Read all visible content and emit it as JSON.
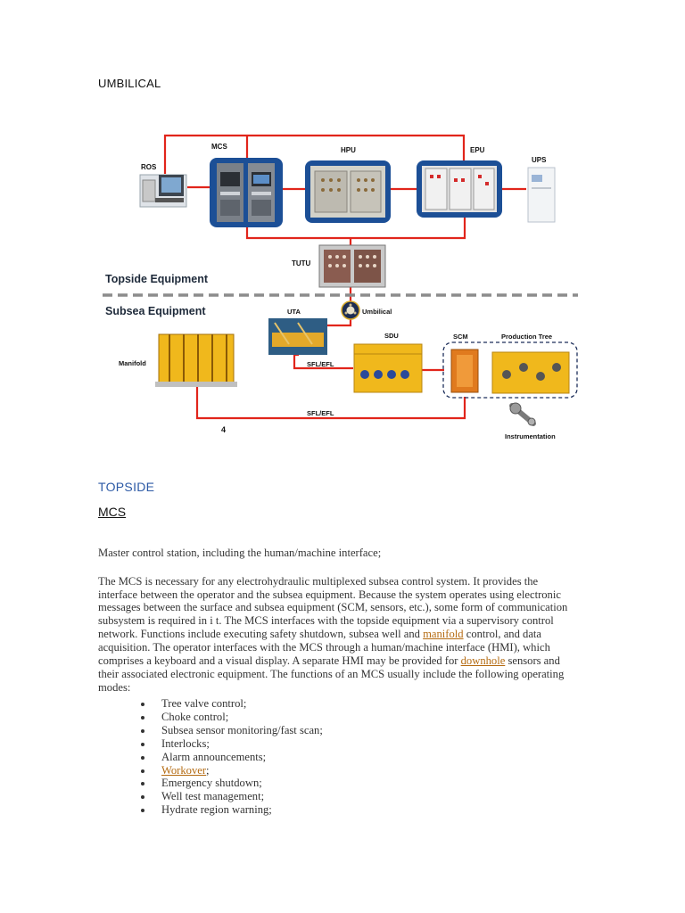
{
  "doc": {
    "title": "UMBILICAL",
    "section": "TOPSIDE",
    "subsection": "MCS",
    "intro": "Master control station, including the human/machine interface;",
    "body": {
      "s1": "The MCS is necessary for any electrohydraulic multiplexed subsea control system. It provides the interface between the operator and the subsea equipment. Because the system operates using electronic messages between the surface and subsea equipment (SCM, sensors, etc.), some form of communication subsystem is required in i t. The MCS interfaces with the topside equipment via a supervisory control network. Functions include executing safety shutdown, subsea well and",
      "link1": "manifold",
      "s2": "control, and data acquisition. The operator interfaces with the MCS through a human/machine interface (HMI), which comprises a keyboard and a visual display. A separate HMI may be provided for",
      "link2": "downhole",
      "s3": "sensors and their associated electronic equipment. The functions of an MCS usually include the following operating modes:"
    },
    "modes": [
      {
        "text": "Tree valve control;"
      },
      {
        "text": "Choke control;"
      },
      {
        "text": "Subsea sensor monitoring/fast scan;"
      },
      {
        "text": "Interlocks;"
      },
      {
        "text": "Alarm announcements;"
      },
      {
        "link": "Workover",
        "tail": ";"
      },
      {
        "text": "Emergency shutdown;"
      },
      {
        "text": "Well test management;"
      },
      {
        "text": "Hydrate region warning;"
      }
    ]
  },
  "diagram": {
    "labels": {
      "mcs": "MCS",
      "hpu": "HPU",
      "epu": "EPU",
      "ros": "ROS",
      "ups": "UPS",
      "tutu": "TUTU",
      "topside": "Topside Equipment",
      "subsea": "Subsea Equipment",
      "uta": "UTA",
      "umbilical": "Umbilical",
      "sdu": "SDU",
      "scm": "SCM",
      "production_tree": "Production  Tree",
      "manifold": "Manifold",
      "sfl_efl_upper": "SFL/EFL",
      "sfl_efl_lower": "SFL/EFL",
      "instrumentation": "Instrumentation",
      "page_num": "4"
    },
    "colors": {
      "line": "#e1251b",
      "panel": "#1c4f96",
      "equipment": "#f0b81c",
      "divider": "#8c8c8c"
    }
  }
}
